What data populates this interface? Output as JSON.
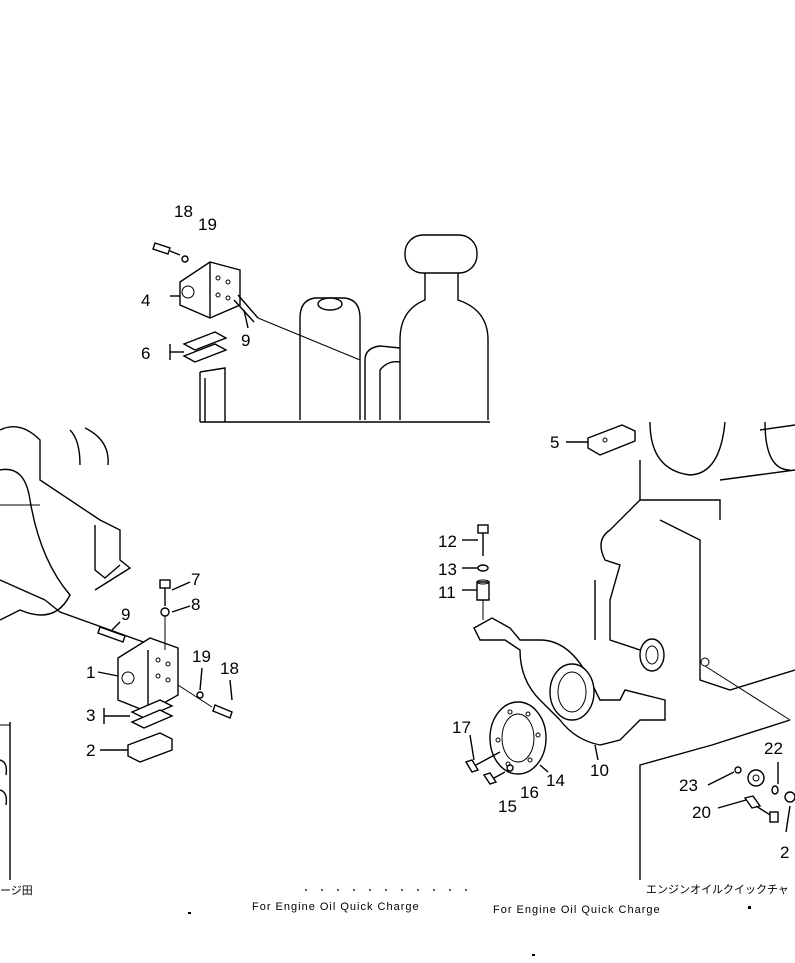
{
  "callouts": [
    "18",
    "19",
    "4",
    "9",
    "6",
    "5",
    "12",
    "13",
    "11",
    "7",
    "8",
    "9",
    "1",
    "19",
    "18",
    "3",
    "2",
    "17",
    "14",
    "15",
    "16",
    "10",
    "22",
    "23",
    "20",
    "2"
  ],
  "captions": {
    "left_cut": "ージ田",
    "left_note": "For Engine Oil Quick Charge",
    "center_note": "For Engine Oil Quick Charge",
    "right_jp": "エンジンオイルクイックチャ"
  }
}
